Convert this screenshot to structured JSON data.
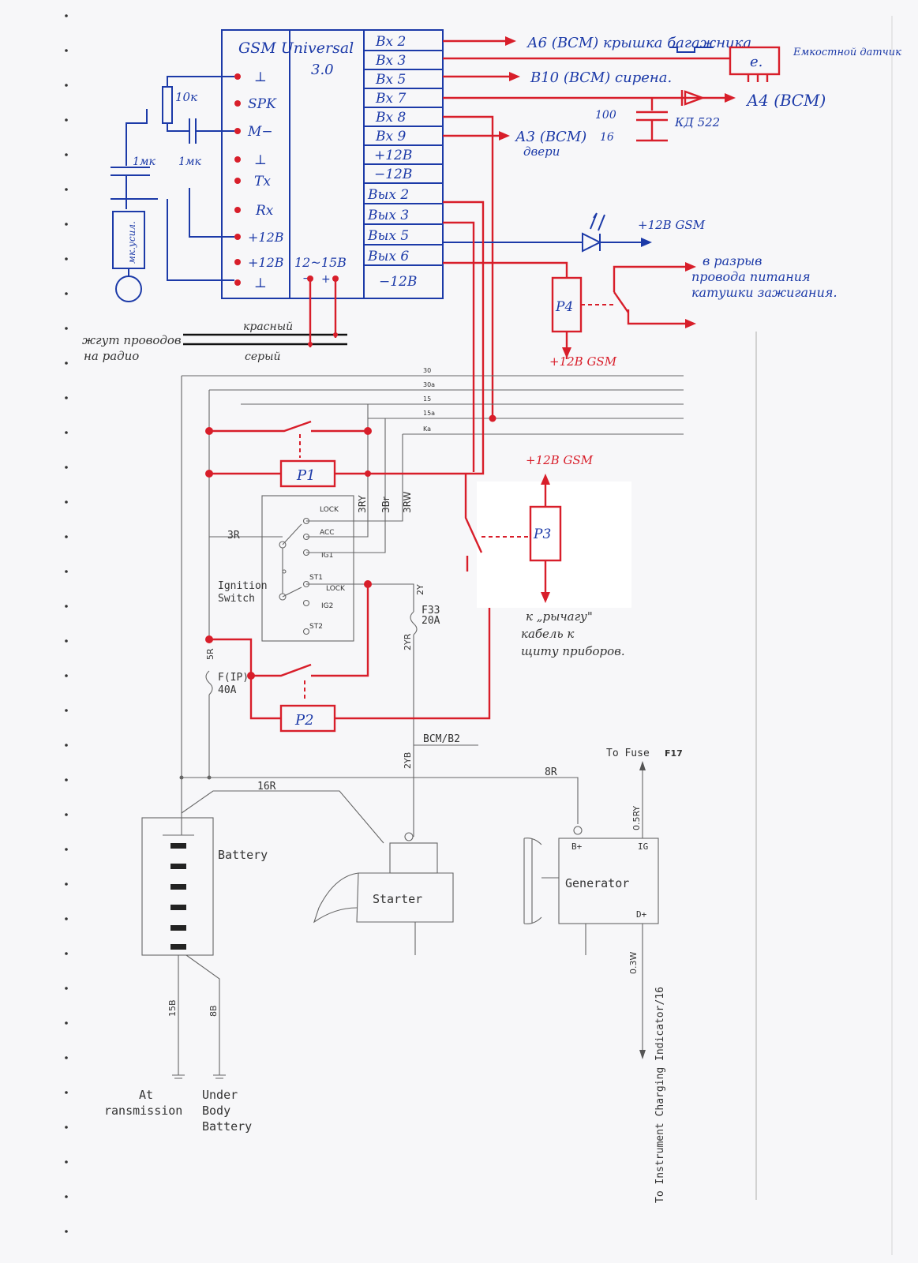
{
  "module": {
    "title": "GSM Universal",
    "version": "3.0",
    "left_pins": [
      "⊥",
      "SPK",
      "M−",
      "⊥",
      "Tx",
      "Rx",
      "+12B",
      "+12B",
      "⊥"
    ],
    "right_pins": [
      "Вх 2",
      "Вх 3",
      "Вх 5",
      "Вх 7",
      "Вх 8",
      "Вх 9",
      "+12В",
      "−12В",
      "Вых 2",
      "Вых 3",
      "Вых 5",
      "Вых 6",
      "−12В"
    ],
    "voltage_note": "12~15В",
    "resistor": "10к",
    "cap1": "1мк",
    "cap2": "1мк",
    "mic": "мк.усил."
  },
  "annotations": {
    "a6": "А6 (ВСМ) крышка багажника",
    "b10": "В10 (ВСМ) сирена.",
    "a4": "А4 (ВСМ)",
    "a3": "А3 (ВСМ)",
    "a3_sub": "двери",
    "sensor_box": "е.",
    "sensor_label": "Емкостной датчик",
    "diode": "КД 522",
    "cap_value_top": "100",
    "cap_value_bottom": "16",
    "led_label": "+12В GSM",
    "ign_cut_line1": "в разрыв",
    "ign_cut_line2": "провода питания",
    "ign_cut_line3": "катушки зажигания.",
    "p4": "Р4",
    "p4_power": "+12В GSM",
    "harness_line1": "жгут проводов",
    "harness_line2": "на радио",
    "wire_red": "красный",
    "wire_gray": "серый",
    "p3": "Р3",
    "p3_power": "+12В GSM",
    "p3_note1": "к „рычагу\"",
    "p3_note2": "кабель к",
    "p3_note3": "щиту приборов.",
    "p1": "Р1",
    "p2": "Р2"
  },
  "bus": [
    "30",
    "30a",
    "15",
    "15a",
    "Ka"
  ],
  "ignition": {
    "label_line1": "Ignition",
    "label_line2": "Switch",
    "positions": [
      "LOCK",
      "ACC",
      "IG1",
      "ST1",
      "LOCK",
      "IG2",
      "ST2"
    ],
    "wires": [
      "3RY",
      "3Br",
      "3RW"
    ],
    "feed": "3R"
  },
  "wires": {
    "w5r": "5R",
    "fuse_main": "F(IP)",
    "fuse_main_rating": "40A",
    "w2y": "2Y",
    "fuse33": "F33",
    "fuse33_rating": "20A",
    "w2yr": "2YR",
    "w2yb": "2YB",
    "bcm_b2": "BCM/B2",
    "w16r": "16R",
    "w8r": "8R",
    "w05ry": "0.5RY",
    "w03w": "0.3W",
    "w15b": "15B",
    "w8b": "8B"
  },
  "components": {
    "battery": "Battery",
    "starter": "Starter",
    "generator": "Generator",
    "gen_bplus": "B+",
    "gen_ig": "IG",
    "gen_dplus": "D+",
    "to_fuse": "To Fuse",
    "to_fuse_id": "F17",
    "to_instrument": "To Instrument Charging Indicator/16",
    "gnd_left_1": "At",
    "gnd_left_2": "ransmission",
    "gnd_right_1": "Under",
    "gnd_right_2": "Body",
    "gnd_right_3": "Battery"
  },
  "colors": {
    "blue_ink": "#1c3aa8",
    "red_ink": "#d81e2a",
    "print": "#555555"
  }
}
